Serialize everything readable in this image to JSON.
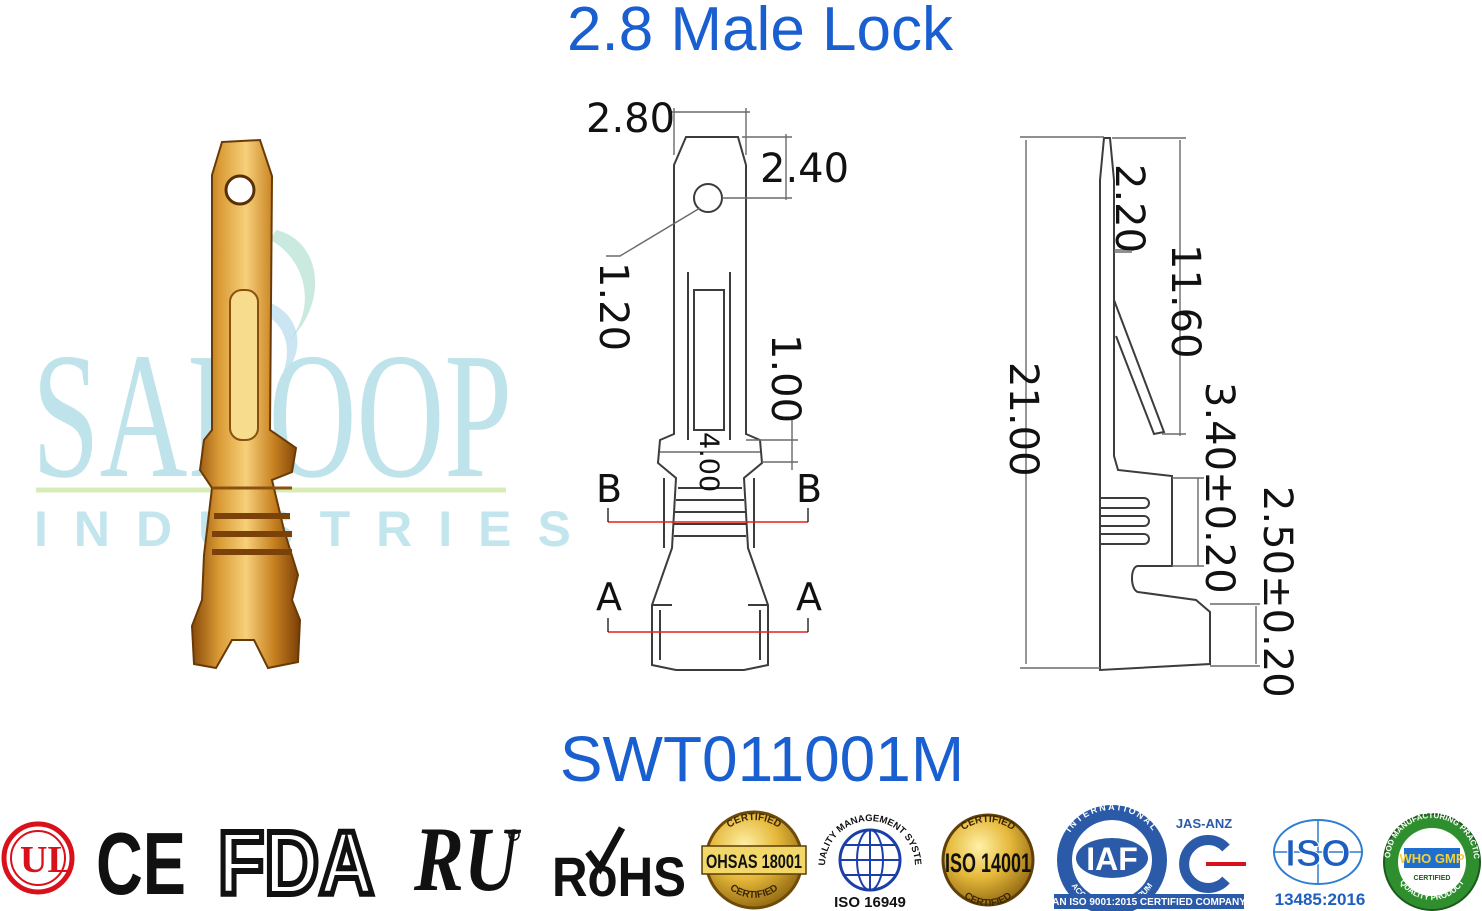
{
  "title": "2.8 Male Lock",
  "part_number": "SWT011001M",
  "watermark": {
    "brand": "SAROOP",
    "sub": "INDUSTRIES"
  },
  "front_view": {
    "width_top": "2.80",
    "width_hole": "2.40",
    "hole_dia": "1.20",
    "dim_1": "1.00",
    "dim_2": "4.00",
    "section_b": "B",
    "section_a": "A"
  },
  "side_view": {
    "length_total": "21.00",
    "tip": "2.20",
    "blade": "11.60",
    "crimp": "3.40±0.20",
    "wire": "2.50±0.20"
  },
  "certifications": {
    "ul": "UL",
    "ce": "CE",
    "fda": "FDA",
    "ru": "RU",
    "rohs": "RoHS",
    "ohsas": "OHSAS 18001",
    "ohsas_ring_top": "CERTIFIED",
    "ohsas_ring_bottom": "CERTIFIED",
    "qms_ring": "QUALITY MANAGEMENT SYSTEM",
    "qms_num": "ISO 16949",
    "iso14001": "ISO 14001",
    "iso14001_ring_top": "CERTIFIED",
    "iso14001_ring_bottom": "CERTIFIED",
    "iaf": "IAF",
    "iaf_ring_top": "INTERNATIONAL",
    "iaf_ring_bottom": "ACCREDITATION FORUM",
    "iaf_footer": "AN ISO 9001:2015 CERTIFIED COMPANY",
    "jas": "JAS-ANZ",
    "iso": "ISO",
    "iso_num": "13485:2016",
    "gmp_ring": "GOOD MANUFACTURING PRACTICE",
    "gmp_ring_bottom": "QUALITY PRODUCT",
    "gmp": "WHO GMP",
    "gmp_small": "CERTIFIED"
  },
  "colors": {
    "title_blue": "#1a5fd0",
    "section_line": "#e0201c",
    "gold": "#c9871e",
    "iaf_blue": "#2a5aa8",
    "ul_red": "#d8111a"
  }
}
